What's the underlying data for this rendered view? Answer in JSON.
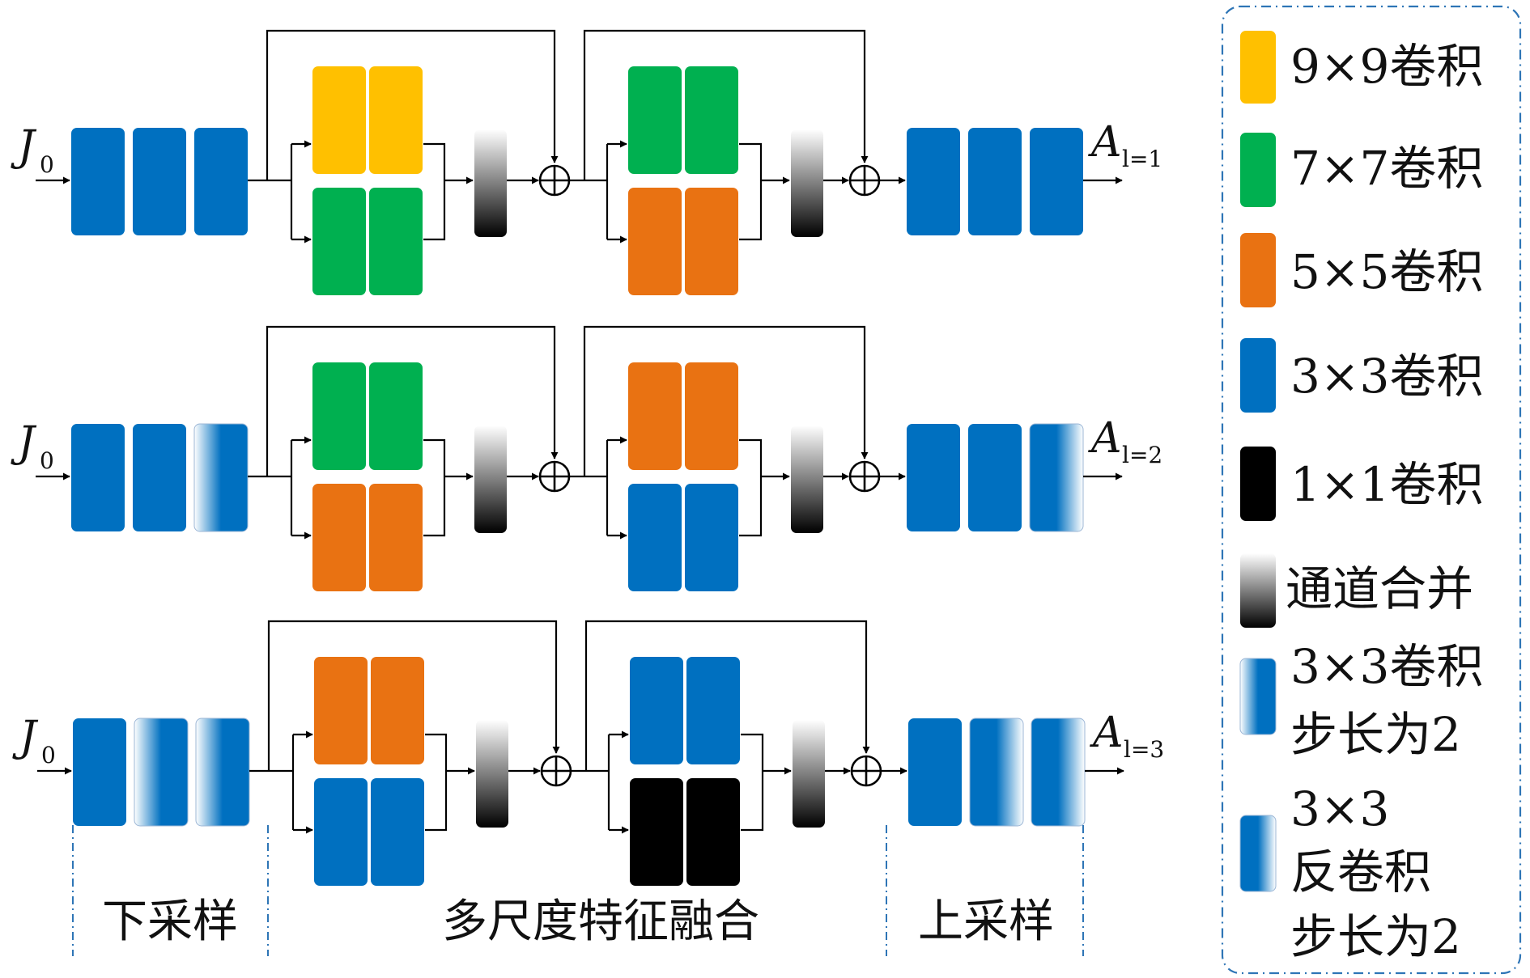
{
  "colors": {
    "c9": "#FFC000",
    "c7": "#00B050",
    "c5": "#E97212",
    "c3": "#0070C0",
    "c1": "#000000",
    "line": "#000000",
    "dashed": "#2E75B6"
  },
  "rows": [
    {
      "input_label": "J",
      "input_sub": "0",
      "output_label": "A",
      "output_sub": "l=1",
      "down": [
        "c3",
        "c3",
        "c3"
      ],
      "branch1": [
        "c9",
        "c7"
      ],
      "branch2": [
        "c7",
        "c5"
      ],
      "up": [
        "c3",
        "c3",
        "c3"
      ]
    },
    {
      "input_label": "J",
      "input_sub": "0",
      "output_label": "A",
      "output_sub": "l=2",
      "down": [
        "c3",
        "c3",
        "stride"
      ],
      "branch1": [
        "c7",
        "c5"
      ],
      "branch2": [
        "c5",
        "c3"
      ],
      "up": [
        "c3",
        "c3",
        "deconv"
      ]
    },
    {
      "input_label": "J",
      "input_sub": "0",
      "output_label": "A",
      "output_sub": "l=3",
      "down": [
        "c3",
        "stride",
        "stride"
      ],
      "branch1": [
        "c5",
        "c3"
      ],
      "branch2": [
        "c3",
        "c1"
      ],
      "up": [
        "c3",
        "deconv",
        "deconv"
      ]
    }
  ],
  "sections": {
    "down": "下采样",
    "fusion": "多尺度特征融合",
    "up": "上采样"
  },
  "legend": [
    {
      "type": "c9",
      "lines": [
        "9×9卷积"
      ]
    },
    {
      "type": "c7",
      "lines": [
        "7×7卷积"
      ]
    },
    {
      "type": "c5",
      "lines": [
        "5×5卷积"
      ]
    },
    {
      "type": "c3",
      "lines": [
        "3×3卷积"
      ]
    },
    {
      "type": "c1",
      "lines": [
        "1×1卷积"
      ]
    },
    {
      "type": "concat",
      "lines": [
        "通道合并"
      ]
    },
    {
      "type": "stride",
      "lines": [
        "3×3卷积",
        "步长为2"
      ]
    },
    {
      "type": "deconv",
      "lines": [
        "3×3",
        "反卷积",
        "步长为2"
      ]
    }
  ]
}
